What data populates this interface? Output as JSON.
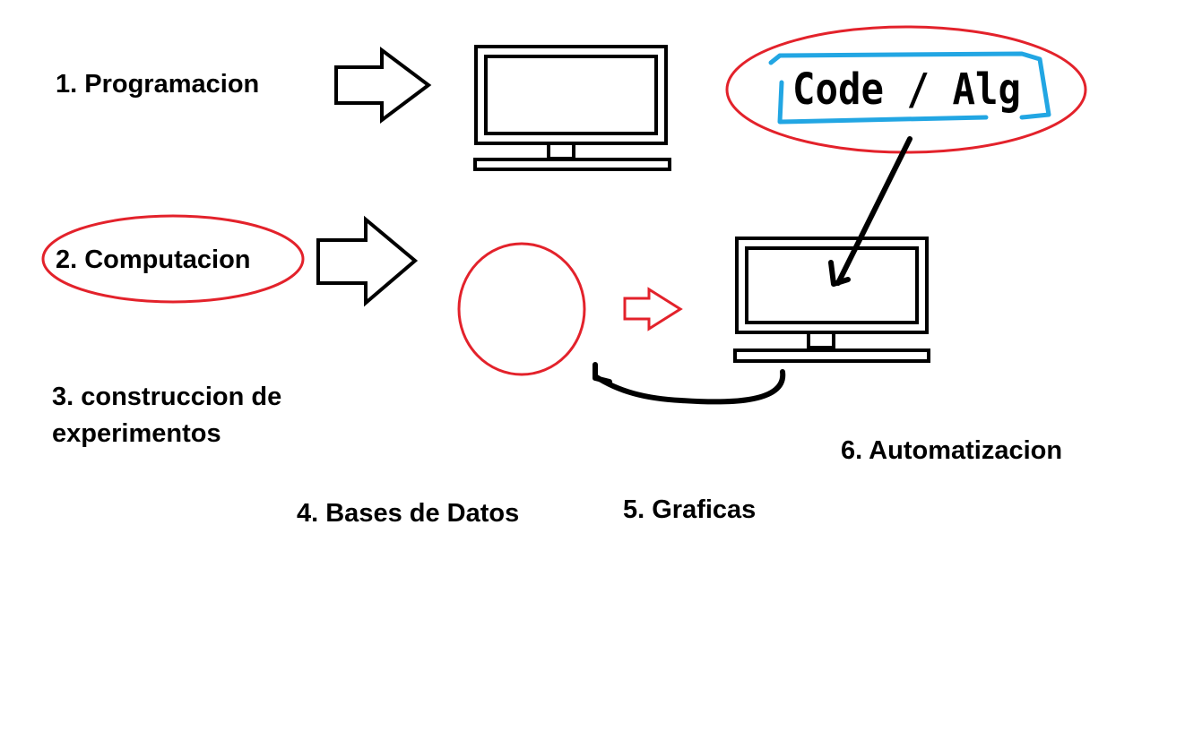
{
  "labels": {
    "programacion": "1. Programacion",
    "computacion": "2. Computacion",
    "construccion": "3. construccion de\nexperimentos",
    "bases": "4. Bases de Datos",
    "graficas": "5. Graficas",
    "automatizacion": "6. Automatizacion"
  },
  "code_box": {
    "text": "Code / Alg"
  },
  "colors": {
    "ink": "#000000",
    "highlight_red": "#e3222b",
    "highlight_blue": "#22a6e3",
    "background": "#ffffff"
  }
}
